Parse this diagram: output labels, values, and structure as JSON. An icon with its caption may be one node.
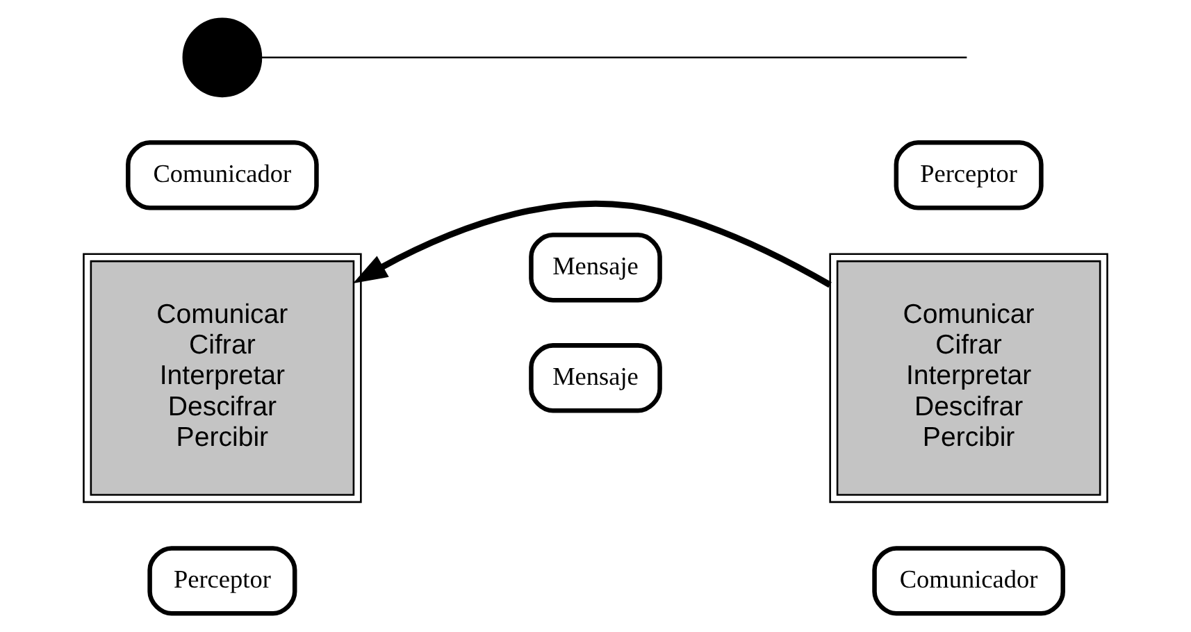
{
  "diagram": {
    "nodes": [
      {
        "text": [],
        "shape": "circle"
      },
      {
        "text": [
          "Comunicador"
        ]
      },
      {
        "text": [
          "Comunicar",
          "Cifrar",
          "Interpretar",
          "Descifrar",
          "Percibir"
        ]
      },
      {
        "text": [
          "Perceptor"
        ]
      },
      {
        "text": [
          "Mensaje"
        ]
      },
      {
        "text": [
          "Mensaje"
        ]
      },
      {
        "text": [
          "Perceptor"
        ]
      },
      {
        "text": [
          "Comunicar",
          "Cifrar",
          "Interpretar",
          "Descifrar",
          "Percibir"
        ]
      },
      {
        "text": [
          "Comunicador"
        ]
      }
    ],
    "edges": [
      {
        "from": 0,
        "to": null,
        "arrow": "none"
      },
      {
        "from": 7,
        "to": 2,
        "arrow": "to",
        "style": "thick"
      }
    ]
  }
}
